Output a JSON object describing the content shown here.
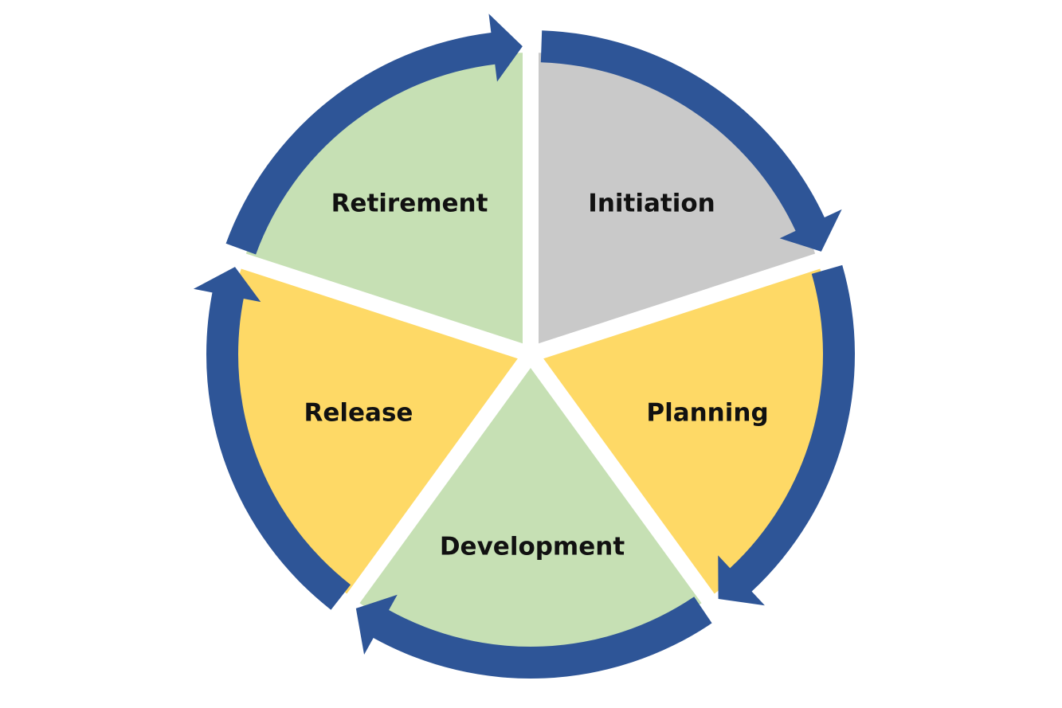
{
  "diagram": {
    "title": "",
    "type": "cycle",
    "stages": [
      {
        "label": "Initiation",
        "color": "#C9C9C9"
      },
      {
        "label": "Planning",
        "color": "#FED966"
      },
      {
        "label": "Development",
        "color": "#C6E0B4"
      },
      {
        "label": "Release",
        "color": "#FED966"
      },
      {
        "label": "Retirement",
        "color": "#C6E0B4"
      }
    ],
    "arrow_color": "#2E5597"
  }
}
